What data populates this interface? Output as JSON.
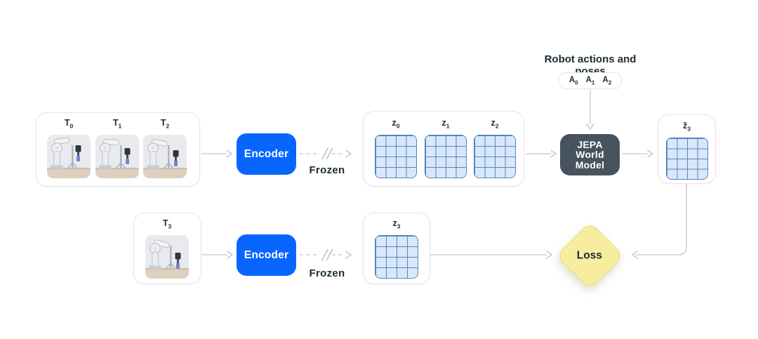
{
  "palette": {
    "accent": "#0866FF",
    "slate": "#46535E",
    "grid-fill": "#D8E8FA",
    "grid-line": "#5585BC",
    "loss-fill": "#F6EE9E",
    "loss-border": "#E9DD85",
    "arrow": "#CBD0D4",
    "text": "#1C2B33",
    "border": "#E4E6E9"
  },
  "top_row": {
    "frames": [
      {
        "base": "T",
        "sub": "0"
      },
      {
        "base": "T",
        "sub": "1"
      },
      {
        "base": "T",
        "sub": "2"
      }
    ],
    "encoder_label": "Encoder",
    "frozen_label": "Frozen",
    "latents": [
      {
        "base": "z",
        "sub": "0"
      },
      {
        "base": "z",
        "sub": "1"
      },
      {
        "base": "z",
        "sub": "2"
      }
    ],
    "world_model": [
      "JEPA",
      "World",
      "Model"
    ],
    "prediction": {
      "base": "z̄",
      "sub": "3"
    }
  },
  "actions": {
    "title": "Robot actions and poses",
    "items": [
      {
        "base": "A",
        "sub": "0"
      },
      {
        "base": "A",
        "sub": "1"
      },
      {
        "base": "A",
        "sub": "2"
      }
    ]
  },
  "bottom_row": {
    "frame": {
      "base": "T",
      "sub": "3"
    },
    "encoder_label": "Encoder",
    "frozen_label": "Frozen",
    "latent": {
      "base": "z",
      "sub": "3"
    },
    "loss_label": "Loss"
  }
}
